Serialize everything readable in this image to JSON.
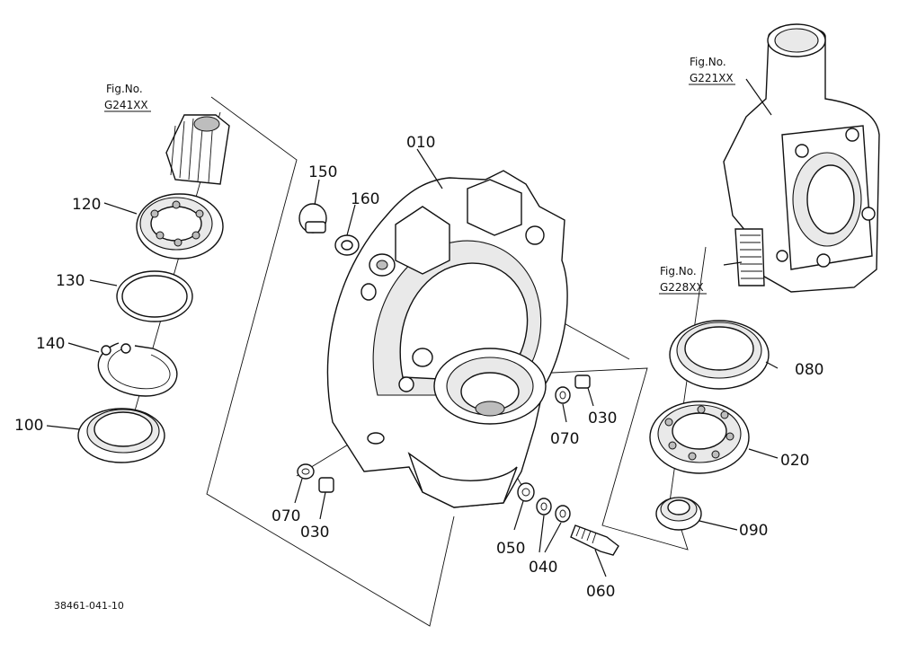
{
  "diagram": {
    "drawing_number": "38461-041-10",
    "references": [
      {
        "id": "ref-g241",
        "caption": "Fig.No.",
        "code": "G241XX"
      },
      {
        "id": "ref-g221",
        "caption": "Fig.No.",
        "code": "G221XX"
      },
      {
        "id": "ref-g228",
        "caption": "Fig.No.",
        "code": "G228XX"
      }
    ],
    "parts": [
      "010",
      "150",
      "160",
      "120",
      "130",
      "140",
      "100",
      "080",
      "020",
      "090",
      "030",
      "070",
      "070",
      "030",
      "050",
      "040",
      "060"
    ]
  }
}
